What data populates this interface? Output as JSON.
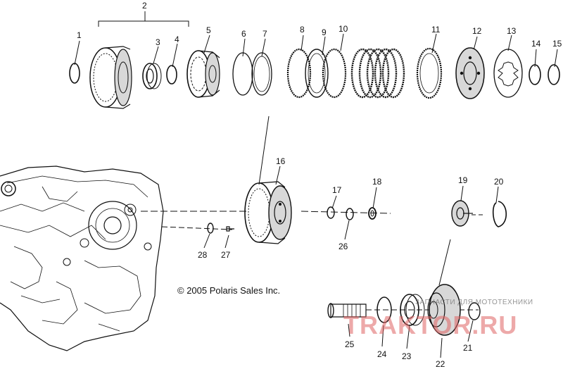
{
  "copyright": "© 2005 Polaris Sales Inc.",
  "watermark": {
    "brand": "TRAKTOR.RU",
    "tagline": "ЗАПЧАСТИ ДЛЯ МОТОТЕХНИКИ"
  },
  "callouts": {
    "c1": "1",
    "c2": "2",
    "c3": "3",
    "c4": "4",
    "c5": "5",
    "c6": "6",
    "c7": "7",
    "c8": "8",
    "c9": "9",
    "c10": "10",
    "c11": "11",
    "c12": "12",
    "c13": "13",
    "c14": "14",
    "c15": "15",
    "c16": "16",
    "c17": "17",
    "c18": "18",
    "c19": "19",
    "c20": "20",
    "c21": "21",
    "c22": "22",
    "c23": "23",
    "c24": "24",
    "c25": "25",
    "c26": "26",
    "c27": "27",
    "c28": "28"
  }
}
